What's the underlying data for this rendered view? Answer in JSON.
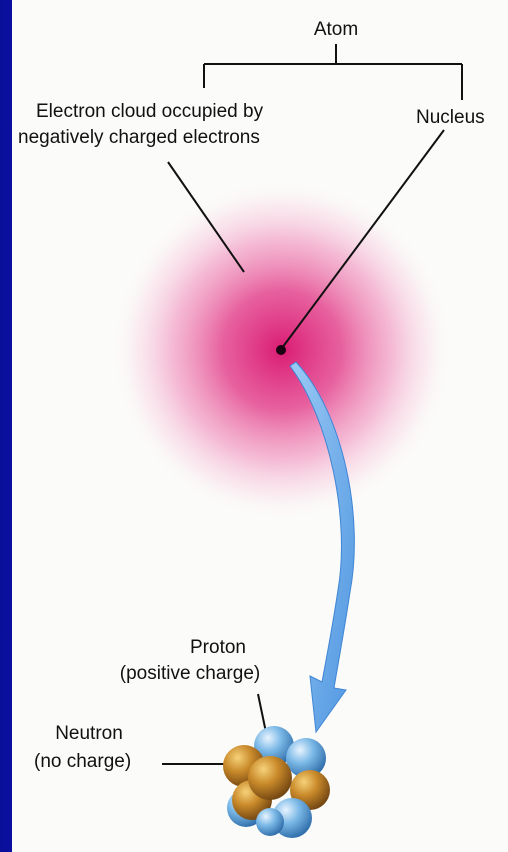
{
  "diagram": {
    "title": "Atom",
    "electron_cloud_label_line1": "Electron cloud occupied by",
    "electron_cloud_label_line2": "negatively charged electrons",
    "nucleus_label": "Nucleus",
    "proton_label_line1": "Proton",
    "proton_label_line2": "(positive charge)",
    "neutron_label_line1": "Neutron",
    "neutron_label_line2": "(no charge)"
  },
  "colors": {
    "background_border": "#1428d8",
    "panel": "#fbfbf9",
    "electron_cloud": "#e0207a",
    "nucleus_dot": "#1a0010",
    "arrow": "#6aaef0",
    "proton": "#7ab8e6",
    "neutron": "#c98a2a",
    "line": "#111111"
  }
}
